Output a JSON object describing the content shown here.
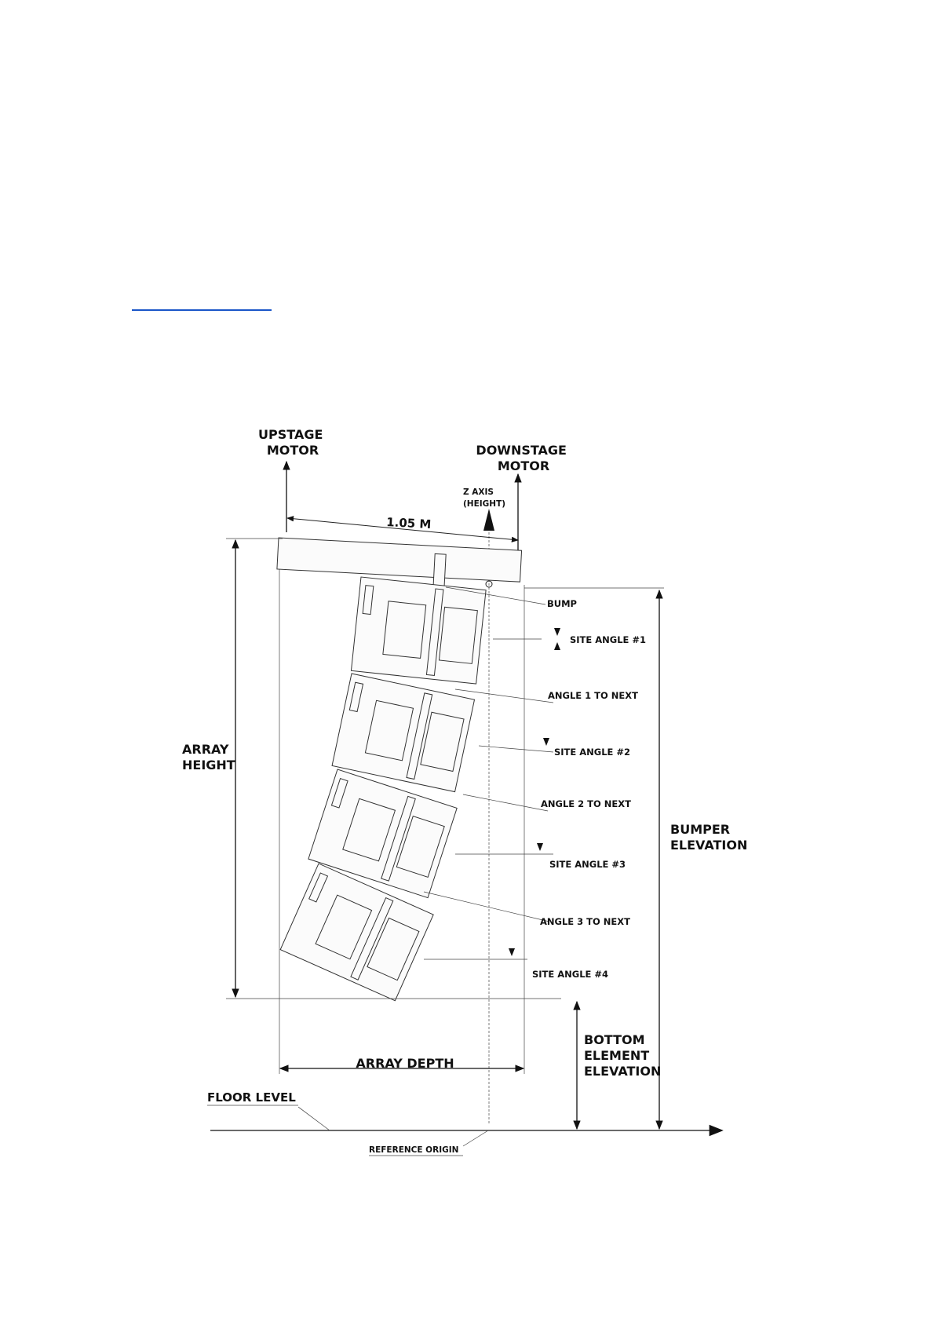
{
  "diagram": {
    "labels": {
      "upstage_motor": [
        "UPSTAGE",
        "MOTOR"
      ],
      "downstage_motor": [
        "DOWNSTAGE",
        "MOTOR"
      ],
      "z_axis": [
        "Z AXIS",
        "(HEIGHT)"
      ],
      "width_dim": "1.05 M",
      "bump": "BUMP",
      "site_angle_1": "SITE ANGLE #1",
      "angle_1_to_next": "ANGLE 1 TO NEXT",
      "site_angle_2": "SITE ANGLE #2",
      "angle_2_to_next": "ANGLE 2 TO NEXT",
      "site_angle_3": "SITE ANGLE #3",
      "angle_3_to_next": "ANGLE 3 TO NEXT",
      "site_angle_4": "SITE ANGLE #4",
      "array_height": [
        "ARRAY",
        "HEIGHT"
      ],
      "bumper_elevation": [
        "BUMPER",
        "ELEVATION"
      ],
      "bottom_element_elevation": [
        "BOTTOM",
        "ELEMENT",
        "ELEVATION"
      ],
      "array_depth": "ARRAY DEPTH",
      "floor_level": "FLOOR LEVEL",
      "reference_origin": "REFERENCE ORIGIN"
    },
    "colors": {
      "line": "#222222",
      "link": "#1a56c8"
    }
  }
}
